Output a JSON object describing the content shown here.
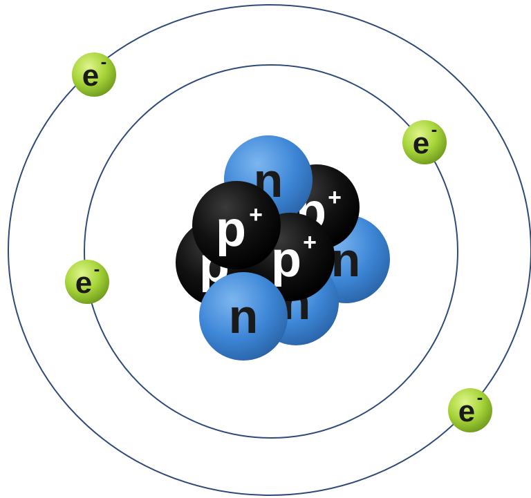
{
  "colors": {
    "orbit": "#2e4a78",
    "neutron": "#3d86d6",
    "proton": "#111111",
    "electron": "#9ccf2f",
    "label_dark": "#1a1a1a",
    "label_light": "#ffffff"
  },
  "nucleus": {
    "neutron_symbol": "n",
    "proton_symbol": "p",
    "proton_charge": "+"
  },
  "electron": {
    "symbol": "e",
    "charge": "-"
  }
}
